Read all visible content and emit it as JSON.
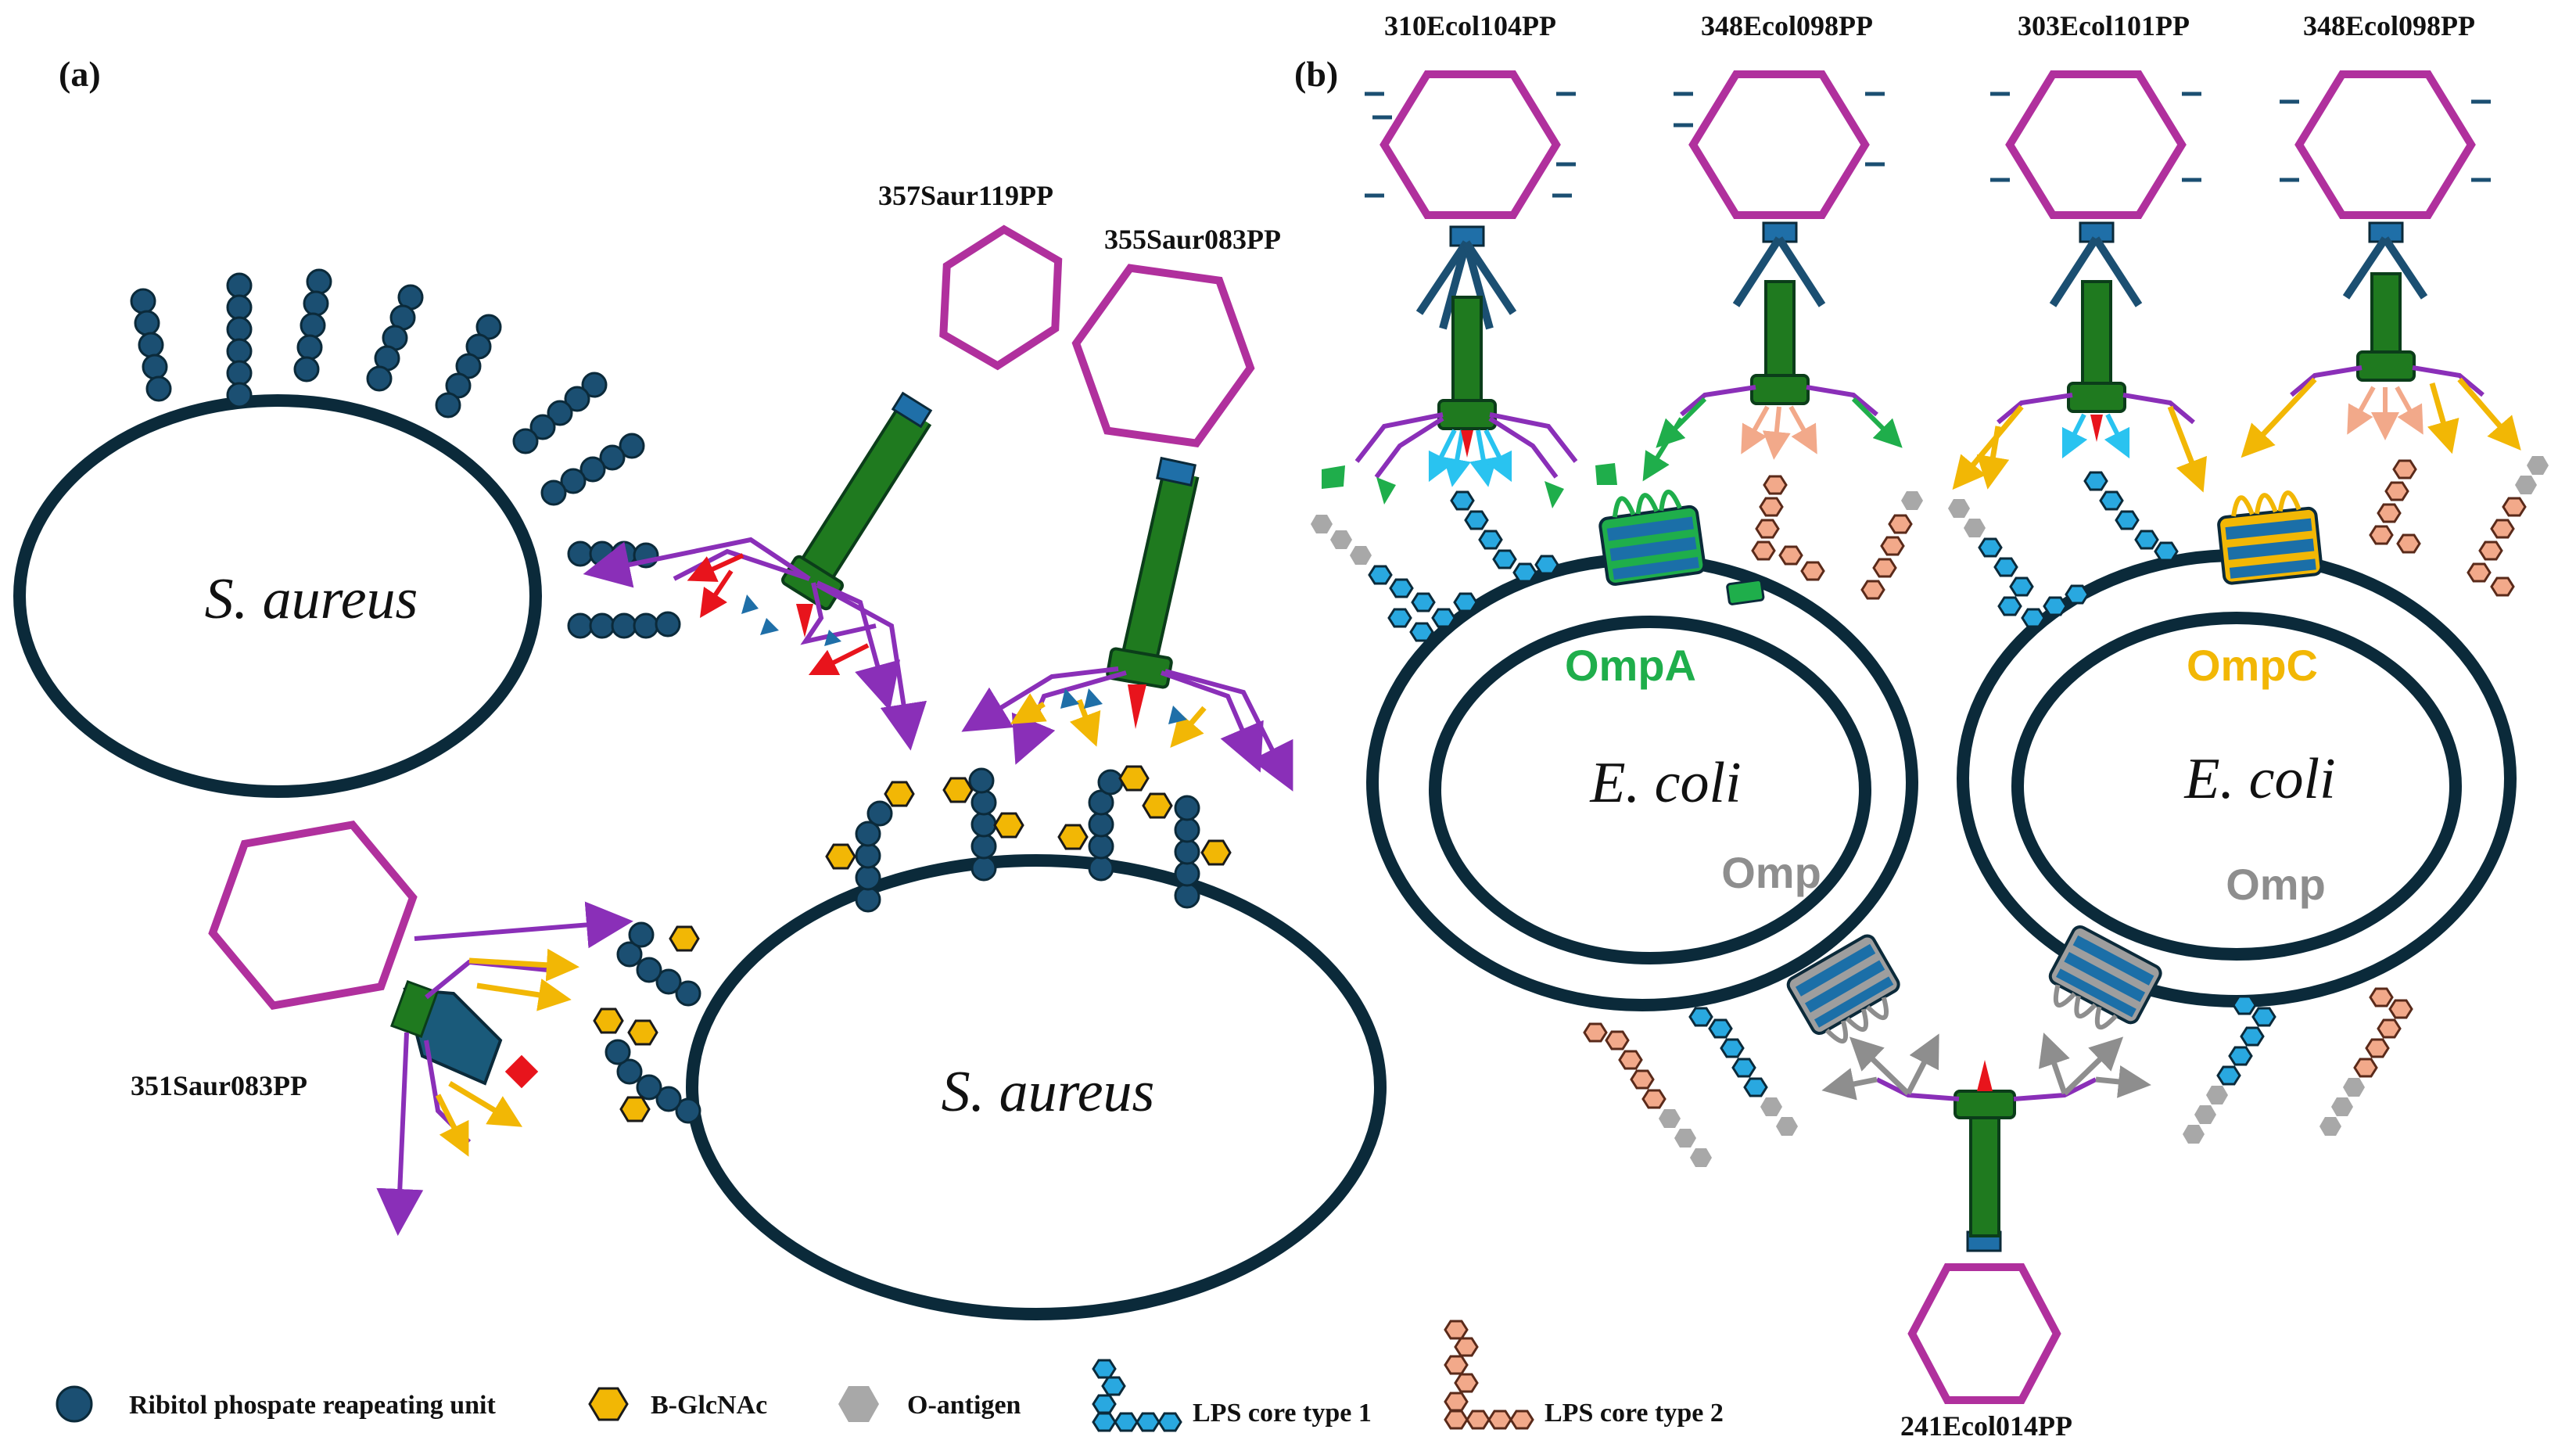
{
  "colors": {
    "capsid": "#b0309d",
    "tail": "#1f7a1f",
    "fiber": "#8a2fb8",
    "teichoic": "#1b4f72",
    "glcnac": "#f2b705",
    "oantigen": "#9e9e9e",
    "lps1": "#29a8e0",
    "lps2": "#f2a98a",
    "ompa": "#1fae4b",
    "ompc": "#f2b705",
    "omp": "#8e8e8e",
    "membrane": "#0b2a3a",
    "red": "#e8141c"
  },
  "panels": {
    "a_label": "(a)",
    "b_label": "(b)"
  },
  "panel_a": {
    "cell_top_label": "S. aureus",
    "cell_bottom_label": "S. aureus",
    "phages": {
      "p1": "357Saur119PP",
      "p2": "355Saur083PP",
      "p3": "351Saur083PP"
    }
  },
  "panel_b": {
    "cell_left_label": "E. coli",
    "cell_right_label": "E. coli",
    "receptors": {
      "ompa": "OmpA",
      "ompc": "OmpC",
      "omp_left": "Omp",
      "omp_right": "Omp"
    },
    "phages": {
      "p1": "310Ecol104PP",
      "p2": "348Ecol098PP",
      "p3": "303Ecol101PP",
      "p4": "348Ecol098PP",
      "p5": "241Ecol014PP"
    }
  },
  "legend": {
    "items": [
      {
        "icon": "ribitol-phosphate-icon",
        "label": "Ribitol phospate reapeating unit"
      },
      {
        "icon": "glcnac-icon",
        "label": "B-GlcNAc"
      },
      {
        "icon": "o-antigen-icon",
        "label": "O-antigen"
      },
      {
        "icon": "lps-core-type-1-icon",
        "label": "LPS core type 1"
      },
      {
        "icon": "lps-core-type-2-icon",
        "label": "LPS core type 2"
      }
    ]
  }
}
